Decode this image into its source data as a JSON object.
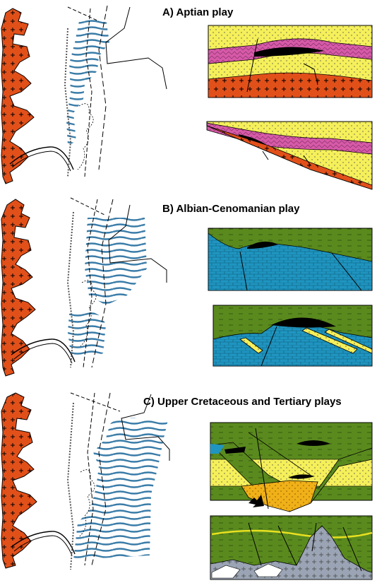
{
  "figure": {
    "panels": [
      {
        "id": "A",
        "title": "A) Aptian play"
      },
      {
        "id": "B",
        "title": "B) Albian-Cenomanian play"
      },
      {
        "id": "C",
        "title": "C) Upper Cretaceous and Tertiary plays"
      }
    ]
  },
  "colors": {
    "basement": "#e2501a",
    "sandstone": "#f5f05a",
    "shale": "#d65aa8",
    "green_shale": "#5a8a1e",
    "carbonate": "#1f95c0",
    "hydrocarbon": "#000000",
    "turbidite": "#f0b018",
    "gray_basement": "#9aa4b4",
    "stripes": "#3a7ca8"
  }
}
